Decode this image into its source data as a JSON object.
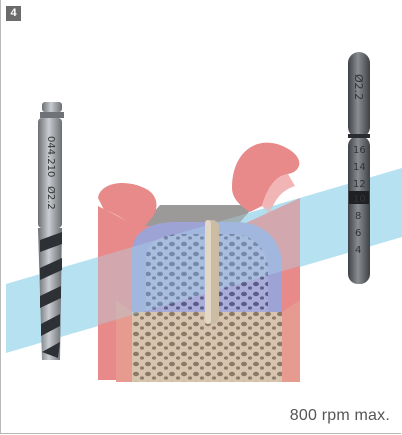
{
  "figure": {
    "step_number": "4",
    "caption": "800 rpm max."
  },
  "drill": {
    "left_markings": [
      "044.210",
      "Ø2.2"
    ],
    "right_marking": "Ø2.2",
    "depth_marks": [
      "16",
      "14",
      "12",
      "10",
      "8",
      "6",
      "4"
    ]
  },
  "colors": {
    "gingiva": "#e88a8a",
    "soft_tissue_plane": "#a8dcef",
    "cortical_bone": "#a3a8d8",
    "cancellous_bone": "#d9c7b0",
    "drill_steel": "#8a8d90"
  }
}
